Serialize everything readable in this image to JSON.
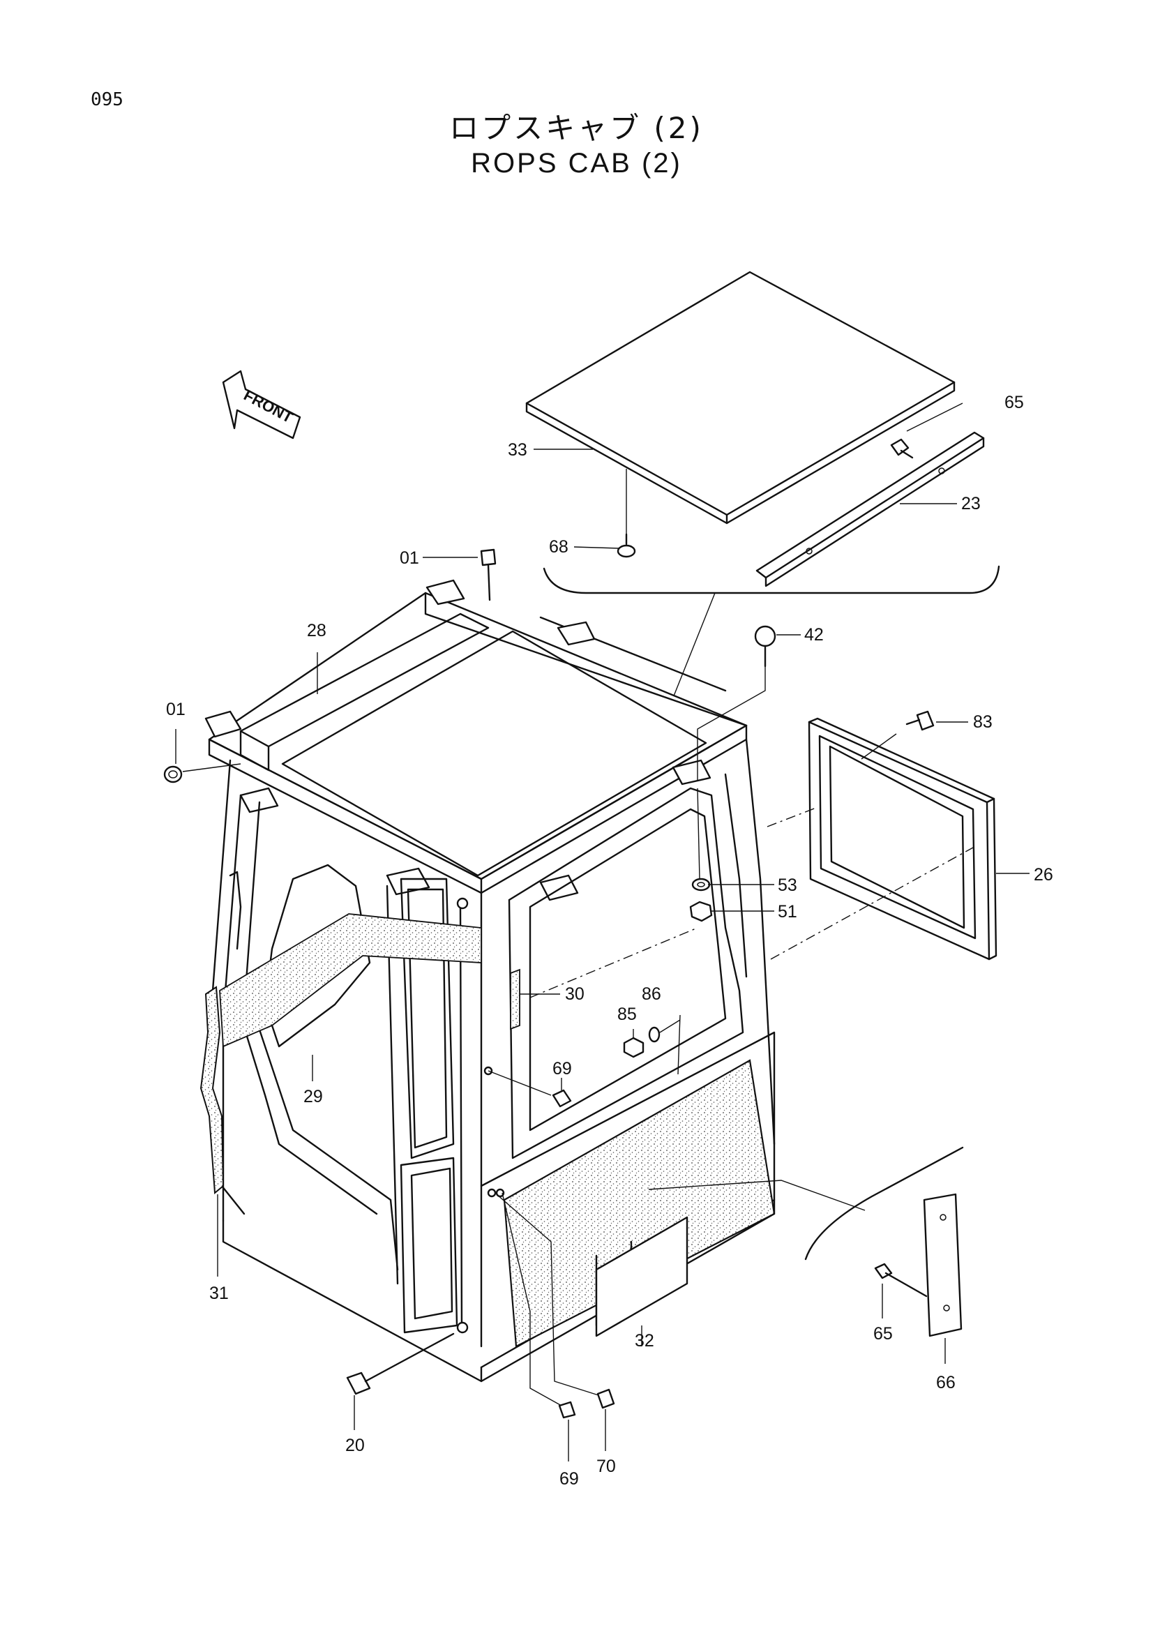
{
  "page_number": "095",
  "title_jp": "ロプスキャブ (2)",
  "title_en": "ROPS CAB (2)",
  "front_arrow_label": "FRONT",
  "callouts": {
    "c33": "33",
    "c68": "68",
    "c65a": "65",
    "c23": "23",
    "c01a": "01",
    "c42": "42",
    "c28": "28",
    "c01b": "01",
    "c83": "83",
    "c53": "53",
    "c26": "26",
    "c51": "51",
    "c30": "30",
    "c86": "86",
    "c85": "85",
    "c69a": "69",
    "c29": "29",
    "c31": "31",
    "c32": "32",
    "c65b": "65",
    "c66": "66",
    "c20": "20",
    "c69b": "69",
    "c70": "70"
  }
}
